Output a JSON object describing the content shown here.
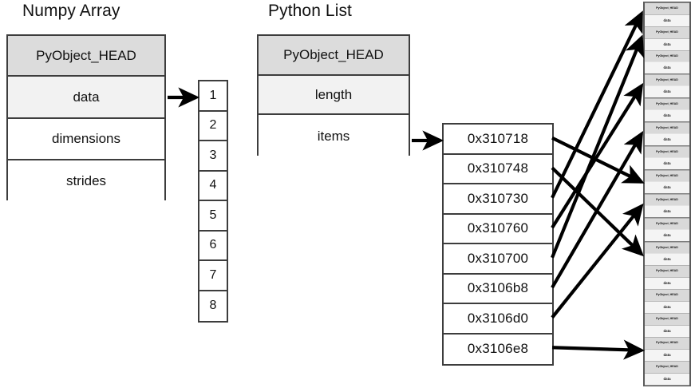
{
  "titles": {
    "numpy": "Numpy Array",
    "python": "Python List"
  },
  "numpy_struct": {
    "rows": [
      {
        "label": "PyObject_HEAD",
        "shade": "header"
      },
      {
        "label": "data",
        "shade": "light"
      },
      {
        "label": "dimensions",
        "shade": "white"
      },
      {
        "label": "strides",
        "shade": "white"
      }
    ]
  },
  "python_struct": {
    "rows": [
      {
        "label": "PyObject_HEAD",
        "shade": "header"
      },
      {
        "label": "length",
        "shade": "light"
      },
      {
        "label": "items",
        "shade": "white"
      }
    ]
  },
  "numpy_buffer": {
    "values": [
      "1",
      "2",
      "3",
      "4",
      "5",
      "6",
      "7",
      "8"
    ]
  },
  "pointer_table": {
    "addresses": [
      "0x310718",
      "0x310748",
      "0x310730",
      "0x310760",
      "0x310700",
      "0x3106b8",
      "0x3106d0",
      "0x3106e8"
    ]
  },
  "object_column": {
    "pair_count": 16,
    "head_label": "PyObject_HEAD",
    "data_label": "data"
  },
  "colors": {
    "header_gray": "#dcdcdc",
    "light_gray": "#f2f2f2",
    "white": "#ffffff",
    "border": "#3d3d3d",
    "arrow": "#000000"
  },
  "arrows": {
    "numpy_data_to_buffer": {
      "from": "data",
      "to": "buffer-cell-1"
    },
    "items_to_pointer_table": {
      "from": "items",
      "to": "pointer-row-1"
    },
    "pointer_to_object_targets": [
      {
        "from_index": 0,
        "to_pair": 8
      },
      {
        "from_index": 1,
        "to_pair": 11
      },
      {
        "from_index": 2,
        "to_pair": 1
      },
      {
        "from_index": 3,
        "to_pair": 4
      },
      {
        "from_index": 4,
        "to_pair": 2
      },
      {
        "from_index": 5,
        "to_pair": 6
      },
      {
        "from_index": 6,
        "to_pair": 9
      },
      {
        "from_index": 7,
        "to_pair": 15
      }
    ]
  }
}
